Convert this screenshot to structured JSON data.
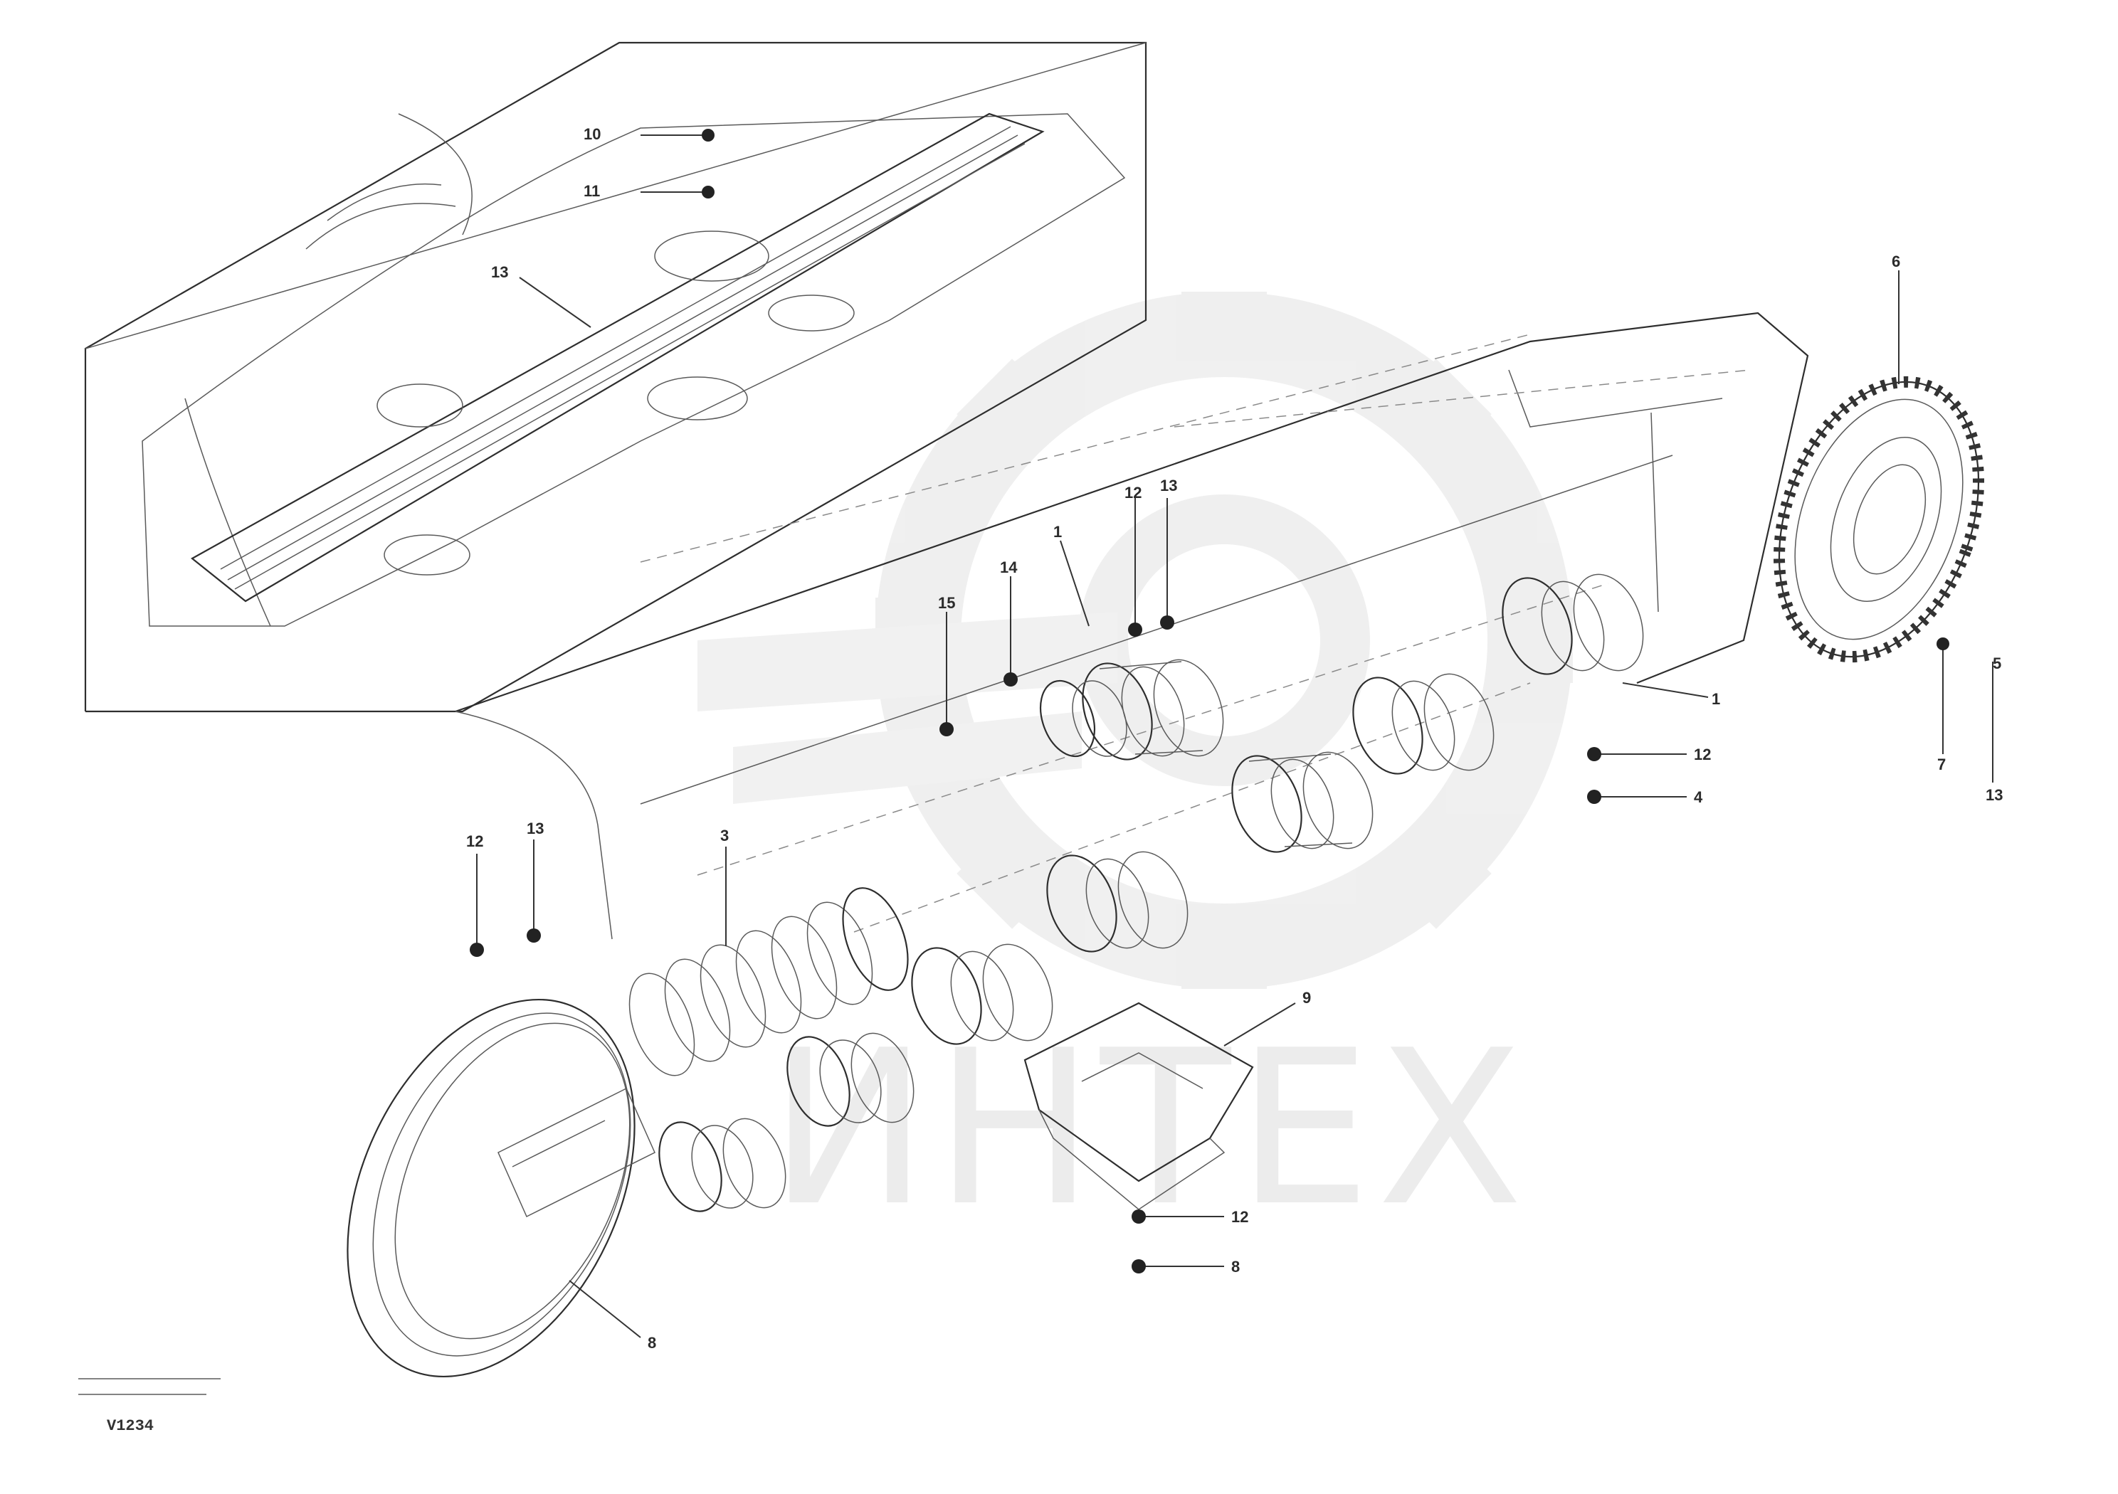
{
  "watermark": {
    "text": "ИНТЕХ",
    "color": "#ececec"
  },
  "footer": {
    "code": "V1234"
  },
  "callouts": [
    {
      "id": "top-1",
      "label": "10"
    },
    {
      "id": "top-2",
      "label": "11"
    },
    {
      "id": "top-3",
      "label": "13"
    },
    {
      "id": "sprocket",
      "label": "6"
    },
    {
      "id": "mid-1",
      "label": "12"
    },
    {
      "id": "mid-2",
      "label": "13"
    },
    {
      "id": "mid-3",
      "label": "1"
    },
    {
      "id": "mid-4",
      "label": "14"
    },
    {
      "id": "mid-5",
      "label": "15"
    },
    {
      "id": "roller-r1",
      "label": "1"
    },
    {
      "id": "roller-r2",
      "label": "12"
    },
    {
      "id": "roller-r3",
      "label": "4"
    },
    {
      "id": "sp-bolt-1",
      "label": "7"
    },
    {
      "id": "sp-bolt-2",
      "label": "5"
    },
    {
      "id": "sp-bolt-3",
      "label": "13"
    },
    {
      "id": "left-1",
      "label": "12"
    },
    {
      "id": "left-2",
      "label": "13"
    },
    {
      "id": "left-3",
      "label": "3"
    },
    {
      "id": "guard",
      "label": "9"
    },
    {
      "id": "guard-b1",
      "label": "12"
    },
    {
      "id": "guard-b2",
      "label": "8"
    },
    {
      "id": "idler",
      "label": "8"
    }
  ],
  "colors": {
    "line": "#2e2e2e",
    "background": "#ffffff"
  },
  "icons": [
    "bolt-icon",
    "nut-icon",
    "washer-icon"
  ]
}
